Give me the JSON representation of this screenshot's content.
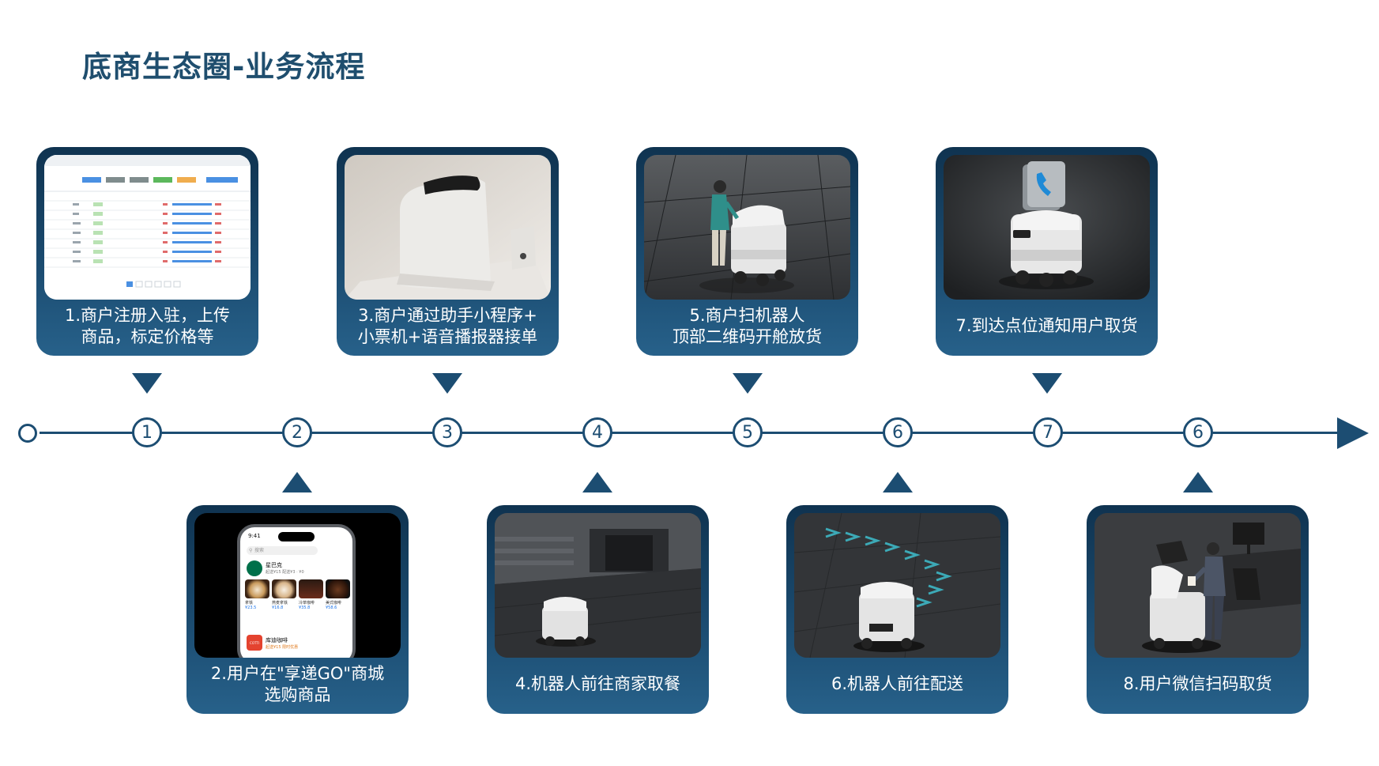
{
  "page": {
    "title": "底商生态圈-业务流程"
  },
  "steps_top": [
    {
      "caption": "1.商户注册入驻，上传\n商品，标定价格等"
    },
    {
      "caption": "3.商户通过助手小程序+\n小票机+语音播报器接单"
    },
    {
      "caption": "5.商户扫机器人\n顶部二维码开舱放货"
    },
    {
      "caption": "7.到达点位通知用户取货"
    }
  ],
  "steps_bottom": [
    {
      "caption": "2.用户在\"享递GO\"商城\n选购商品"
    },
    {
      "caption": "4.机器人前往商家取餐"
    },
    {
      "caption": "6.机器人前往配送"
    },
    {
      "caption": "8.用户微信扫码取货"
    }
  ],
  "timeline": {
    "markers": [
      "1",
      "2",
      "3",
      "4",
      "5",
      "6",
      "7",
      "6"
    ]
  },
  "phone": {
    "time": "9:41",
    "search": "搜索",
    "store1": "星巴克",
    "store1_sub": "起送¥15  配送¥3  ·  ¥0",
    "products": [
      {
        "name": "拿铁",
        "price": "¥23.5"
      },
      {
        "name": "燕麦拿铁",
        "price": "¥16.8"
      },
      {
        "name": "冷萃咖啡",
        "price": "¥35.8"
      },
      {
        "name": "美式咖啡",
        "price": "¥58.6"
      }
    ],
    "store2": "库迪咖啡",
    "store2_logo": "COTTI",
    "store2_sub": "起送¥15  限时优惠"
  },
  "colors": {
    "primary": "#1c4d72",
    "card_top": "#0f3350",
    "title": "#1f4e6e"
  }
}
